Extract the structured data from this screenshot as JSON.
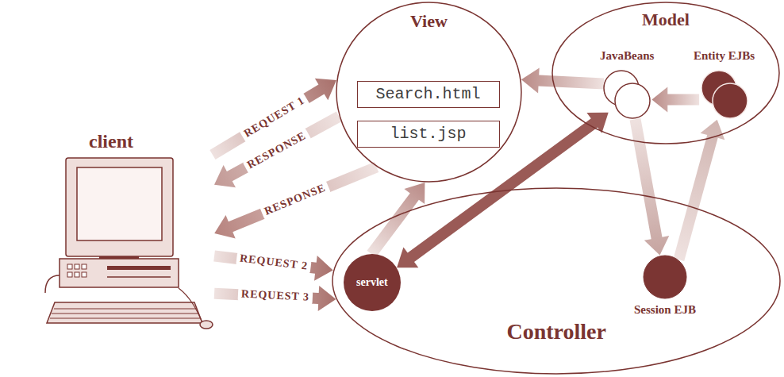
{
  "diagram": {
    "nodes": [
      {
        "text": [
          "View"
        ]
      },
      {
        "text": [
          "Search.html"
        ],
        "in": 0
      },
      {
        "text": [
          "list.jsp"
        ],
        "in": 0
      },
      {
        "text": [
          "Model"
        ]
      },
      {
        "text": [
          "JavaBeans"
        ],
        "in": 3
      },
      {
        "text": [
          "Entity EJBs"
        ],
        "in": 3
      },
      {
        "text": [
          "client"
        ]
      },
      {
        "text": [
          "Controller"
        ]
      },
      {
        "text": [
          "servlet"
        ],
        "in": 7
      },
      {
        "text": [
          "Session EJB"
        ],
        "in": 7
      }
    ],
    "edges": [
      {
        "from": 6,
        "to": 0,
        "label": "REQUEST 1",
        "arrow": "to"
      },
      {
        "from": 0,
        "to": 6,
        "label": "RESPONSE",
        "arrow": "to"
      },
      {
        "from": 0,
        "to": 6,
        "label": "RESPONSE",
        "arrow": "to"
      },
      {
        "from": 6,
        "to": 7,
        "label": "REQUEST 2",
        "arrow": "to"
      },
      {
        "from": 6,
        "to": 7,
        "label": "REQUEST 3",
        "arrow": "to"
      },
      {
        "from": 4,
        "to": 0,
        "arrow": "to"
      },
      {
        "from": 5,
        "to": 4,
        "arrow": "to"
      },
      {
        "from": 8,
        "to": 4,
        "arrow": "both"
      },
      {
        "from": 4,
        "to": 9,
        "arrow": "to"
      },
      {
        "from": 9,
        "to": 5,
        "arrow": "to"
      },
      {
        "from": 8,
        "to": 0,
        "arrow": "to"
      }
    ]
  }
}
